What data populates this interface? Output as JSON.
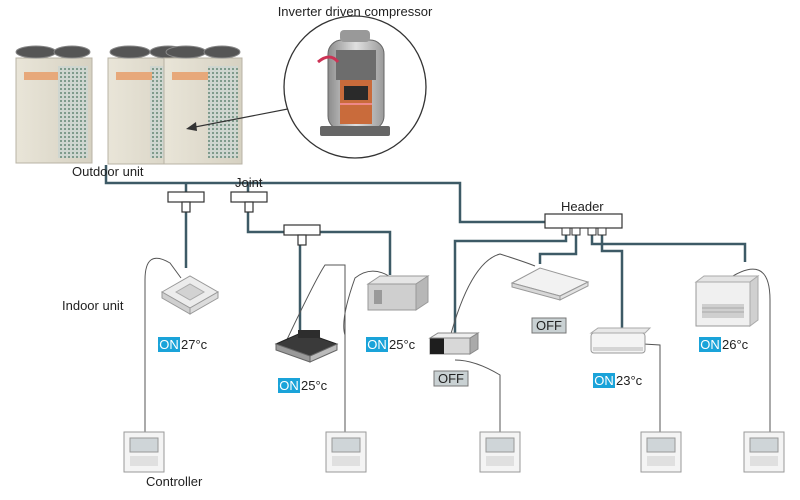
{
  "labels": {
    "compressor": "Inverter driven compressor",
    "outdoor_unit": "Outdoor unit",
    "joint": "Joint",
    "header": "Header",
    "indoor_unit": "Indoor unit",
    "controller": "Controller"
  },
  "indoor_units": [
    {
      "kind": "ceiling-cassette",
      "status": "ON",
      "temp": "27°c"
    },
    {
      "kind": "ceiling-concealed-duct",
      "status": "ON",
      "temp": "25°c"
    },
    {
      "kind": "floor-ducted-unit",
      "status": "ON",
      "temp": "25°c"
    },
    {
      "kind": "ceiling-duct",
      "status": "OFF",
      "temp": ""
    },
    {
      "kind": "ceiling-suspended",
      "status": "OFF",
      "temp": ""
    },
    {
      "kind": "wall-mounted",
      "status": "ON",
      "temp": "23°c"
    },
    {
      "kind": "floor-standing",
      "status": "ON",
      "temp": "26°c"
    }
  ],
  "colors": {
    "pipe": "#3d5a66",
    "on_badge": "#1aa3d9",
    "off_badge": "#c9d1d3",
    "wire": "#555555"
  }
}
